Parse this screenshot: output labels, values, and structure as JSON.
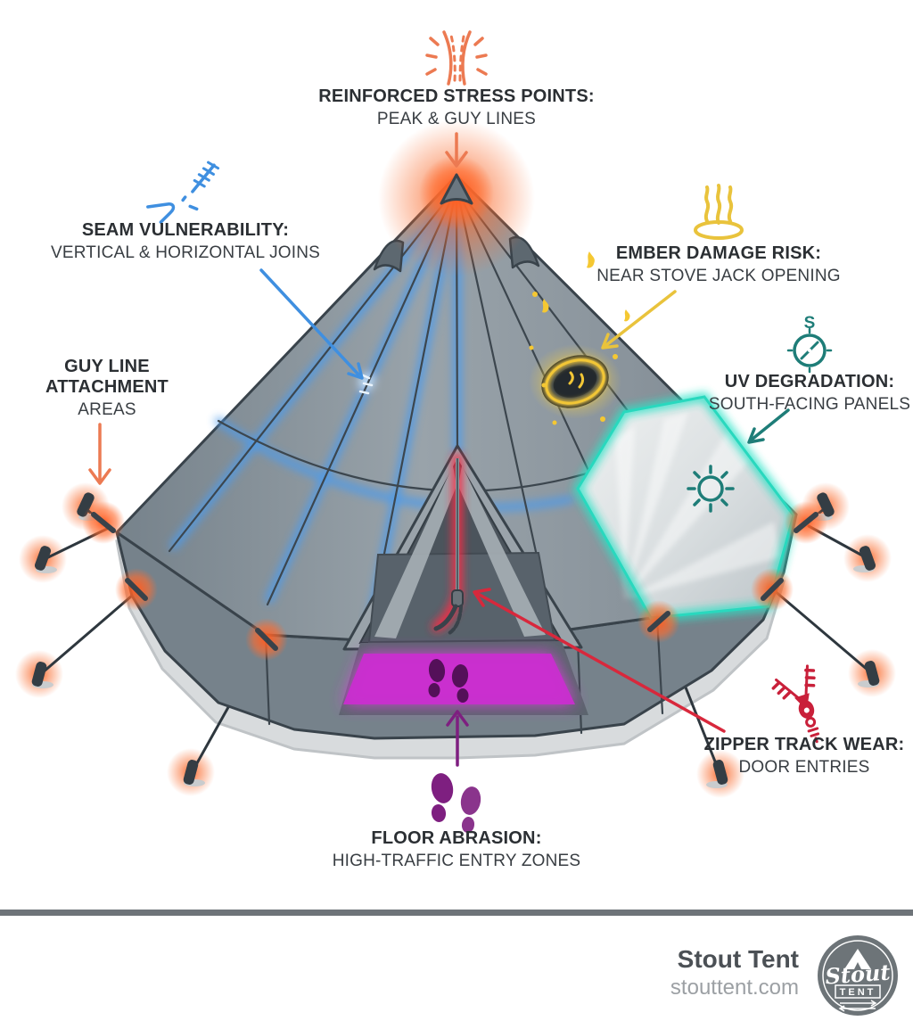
{
  "callouts": {
    "stress": {
      "title": "REINFORCED STRESS POINTS:",
      "subtitle": "PEAK & GUY LINES"
    },
    "seam": {
      "title": "SEAM VULNERABILITY:",
      "subtitle": "VERTICAL & HORIZONTAL JOINS"
    },
    "guy_lines": {
      "line1": "GUY LINE",
      "line2": "ATTACHMENT",
      "line3": "AREAS"
    },
    "ember": {
      "title": "EMBER DAMAGE RISK:",
      "subtitle": "NEAR STOVE JACK OPENING"
    },
    "uv": {
      "title": "UV DEGRADATION:",
      "subtitle": "SOUTH-FACING PANELS",
      "compass_cardinal": "S"
    },
    "zipper": {
      "title": "ZIPPER TRACK WEAR:",
      "subtitle": "DOOR ENTRIES"
    },
    "floor": {
      "title": "FLOOR ABRASION:",
      "subtitle": "HIGH-TRAFFIC ENTRY ZONES"
    }
  },
  "footer": {
    "brand": "Stout Tent",
    "website": "stouttent.com",
    "logo": {
      "script": "Stout",
      "banner": "TENT"
    }
  },
  "palette": {
    "orange": "#EC7A52",
    "orange_glow": "#FF6726",
    "blue": "#3F8FE0",
    "yellow": "#E9C33C",
    "teal": "#1E7D78",
    "teal_glow": "#2BE3C7",
    "red": "#C9203A",
    "magenta": "#CC2FD0",
    "purple": "#7E1F80",
    "tent_gray": "#8B959D",
    "ink": "#2B2F33"
  }
}
